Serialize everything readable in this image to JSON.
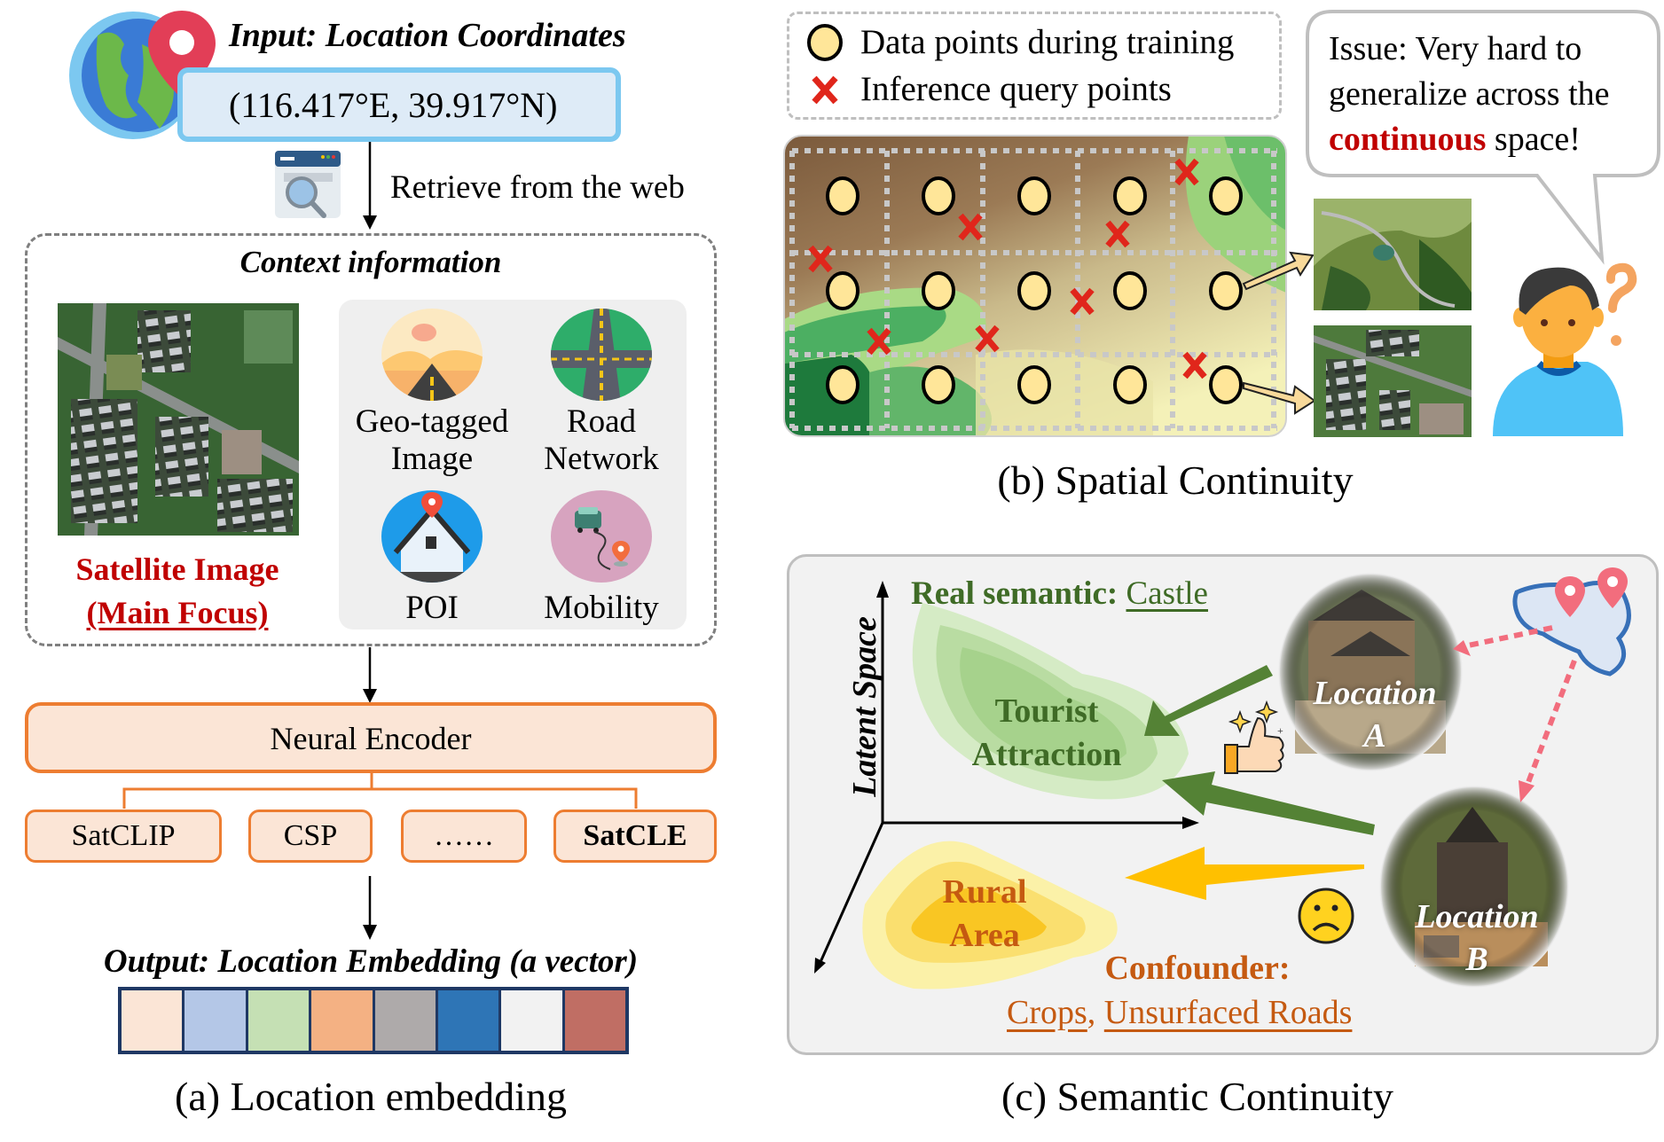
{
  "panel_a": {
    "input_title": "Input: Location Coordinates",
    "coordinates": "(116.417°E, 39.917°N)",
    "retrieve_label": "Retrieve from the web",
    "context_title": "Context information",
    "satellite_label_line1": "Satellite Image",
    "satellite_label_line2": "(Main Focus)",
    "context_sources": [
      {
        "line1": "Geo-tagged",
        "line2": "Image",
        "icon": "geo-tagged-image-icon"
      },
      {
        "line1": "Road",
        "line2": "Network",
        "icon": "road-network-icon"
      },
      {
        "line1": "POI",
        "line2": "",
        "icon": "poi-house-icon"
      },
      {
        "line1": "Mobility",
        "line2": "",
        "icon": "mobility-car-icon"
      }
    ],
    "encoder_label": "Neural Encoder",
    "encoders": [
      "SatCLIP",
      "CSP",
      "……",
      "SatCLE"
    ],
    "output_title": "Output: Location Embedding (a vector)",
    "vector_colors": [
      "#FBE5D6",
      "#B4C7E7",
      "#C5E0B4",
      "#F4B183",
      "#AEAAAA",
      "#2E75B6",
      "#F2F2F2",
      "#C06E64"
    ],
    "caption": "(a) Location embedding"
  },
  "panel_b": {
    "legend": [
      {
        "label": "Data points during training",
        "marker": "circle"
      },
      {
        "label": "Inference query points",
        "marker": "cross"
      }
    ],
    "issue_prefix": "Issue: Very hard to generalize across the ",
    "issue_highlight": "continuous",
    "issue_suffix": " space!",
    "caption": "(b) Spatial Continuity"
  },
  "panel_c": {
    "axis_label": "Latent Space",
    "real_semantic_prefix": "Real semantic: ",
    "real_semantic_value": "Castle",
    "cluster_tourist_line1": "Tourist",
    "cluster_tourist_line2": "Attraction",
    "cluster_rural_line1": "Rural",
    "cluster_rural_line2": "Area",
    "location_a_line1": "Location",
    "location_a_line2": "A",
    "location_b_line1": "Location",
    "location_b_line2": "B",
    "confounder_title": "Confounder:",
    "confounder_item1": "Crops",
    "confounder_sep": ", ",
    "confounder_item2": "Unsurfaced Roads",
    "caption": "(c) Semantic Continuity"
  },
  "colors": {
    "accent_red": "#C00000",
    "encoder_orange": "#ED7D31",
    "encoder_fill": "#FBE5D6",
    "semantic_green": "#3F6B26",
    "confounder_orange": "#C55A11",
    "training_point": "#FFE699",
    "query_cross": "#E0261B"
  }
}
